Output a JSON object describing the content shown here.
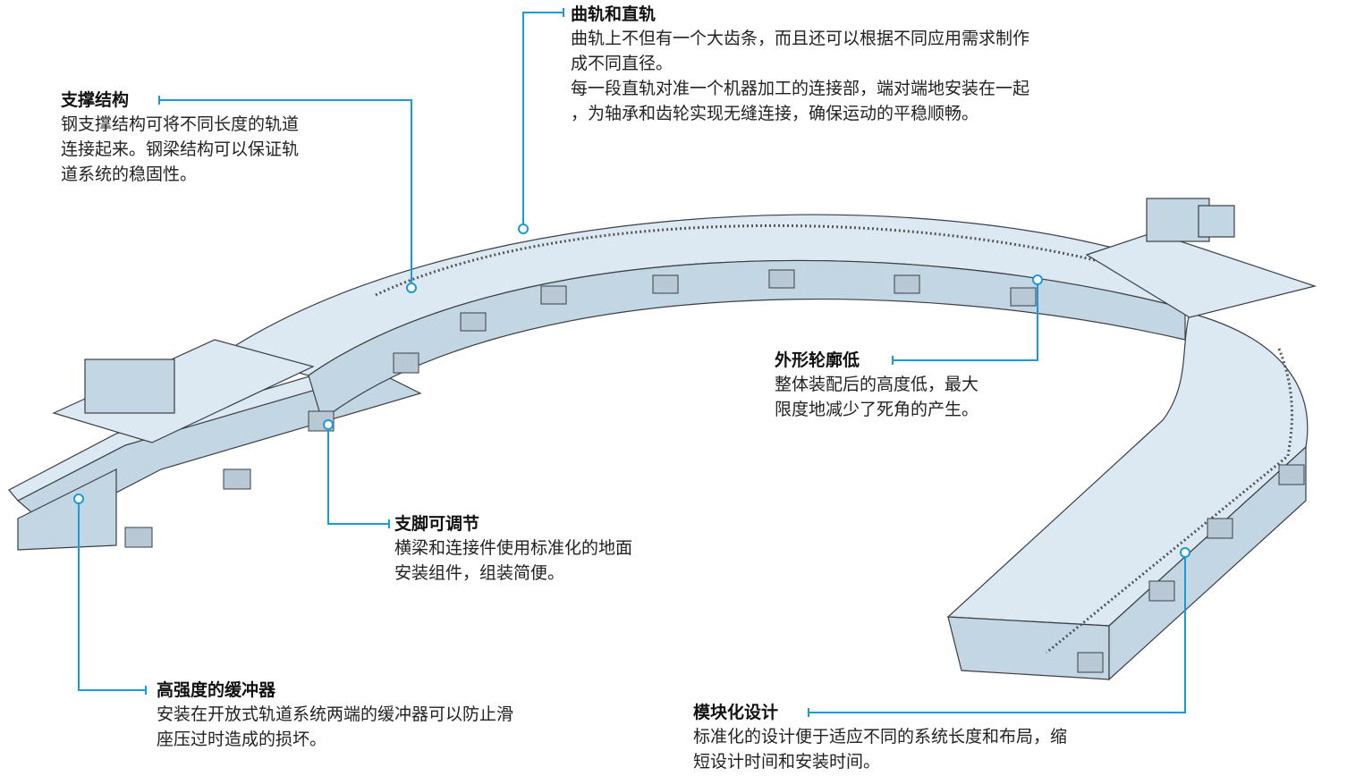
{
  "callouts": {
    "curved_rail": {
      "title": "曲轨和直轨",
      "body": "曲轨上不但有一个大齿条，而且还可以根据不同应用需求制作\n成不同直径。\n每一段直轨对准一个机器加工的连接部，端对端地安装在一起\n，为轴承和齿轮实现无缝连接，确保运动的平稳顺畅。"
    },
    "support": {
      "title": "支撑结构",
      "body": "钢支撑结构可将不同长度的轨道\n连接起来。钢梁结构可以保证轨\n道系统的稳固性。"
    },
    "low_profile": {
      "title": "外形轮廓低",
      "body": "整体装配后的高度低，最大\n限度地减少了死角的产生。"
    },
    "adjustable_feet": {
      "title": "支脚可调节",
      "body": "横梁和连接件使用标准化的地面\n安装组件，组装简便。"
    },
    "buffer": {
      "title": "高强度的缓冲器",
      "body": "安装在开放式轨道系统两端的缓冲器可以防止滑\n座压过时造成的损坏。"
    },
    "modular": {
      "title": "模块化设计",
      "body": "标准化的设计便于适应不同的系统长度和布局，缩\n短设计时间和安装时间。"
    }
  },
  "colors": {
    "leader": "#1a9ad6",
    "rail_top": "#dce9f2",
    "rail_side": "#c3d6e3",
    "outline": "#3a3f44"
  }
}
